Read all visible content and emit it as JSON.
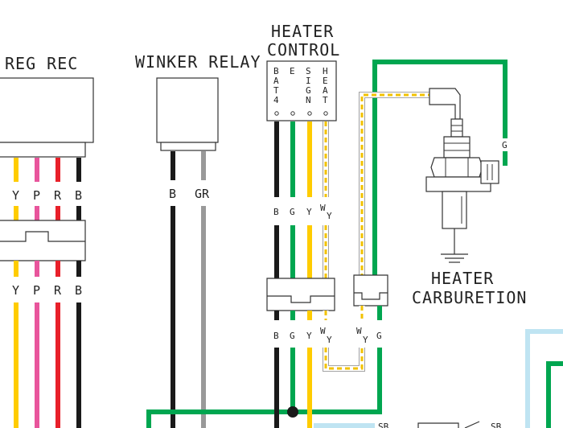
{
  "components": {
    "reg_rec": {
      "title": "REG REC"
    },
    "winker_relay": {
      "title": "WINKER RELAY"
    },
    "heater_control": {
      "title_line1": "HEATER",
      "title_line2": "CONTROL",
      "pins": [
        {
          "name": "BAT4",
          "chars": [
            "B",
            "A",
            "T",
            "4"
          ]
        },
        {
          "name": "E",
          "chars": [
            "E"
          ]
        },
        {
          "name": "SIGN",
          "chars": [
            "S",
            "I",
            "G",
            "N"
          ]
        },
        {
          "name": "HEAT",
          "chars": [
            "H",
            "E",
            "A",
            "T"
          ]
        }
      ]
    },
    "heater_carburetion": {
      "title_line1": "HEATER",
      "title_line2": "CARBURETION"
    }
  },
  "wire_labels": {
    "reg_upper": [
      "Y",
      "P",
      "R",
      "B"
    ],
    "reg_lower": [
      "Y",
      "P",
      "R",
      "B"
    ],
    "winker": [
      "B",
      "GR"
    ],
    "hc_upper": [
      "B",
      "G",
      "Y",
      "W",
      "Y"
    ],
    "hc_lower": [
      "B",
      "G",
      "Y",
      "W",
      "Y"
    ],
    "carb_conn": [
      "W",
      "Y",
      "G"
    ],
    "carb_top": "G",
    "bottom_right": [
      "SB",
      "SB"
    ]
  },
  "colors": {
    "yellow": "#ffcc00",
    "pink": "#e8559c",
    "red": "#e8202a",
    "black": "#1a1a1a",
    "gray": "#999999",
    "green": "#00a650",
    "white_yellow_stripe": "#f2c200",
    "sky_blue": "#bfe4f2"
  }
}
